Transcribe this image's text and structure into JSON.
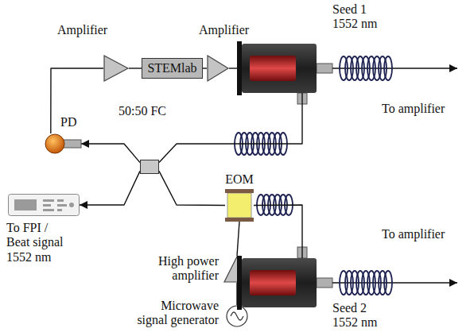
{
  "diagram": {
    "nodes": [
      {
        "text": [
          "Amplifier"
        ]
      },
      {
        "text": [
          "STEMlab"
        ]
      },
      {
        "text": [
          "Amplifier"
        ]
      },
      {
        "text": [
          "Seed 1 1552 nm"
        ]
      },
      {
        "text": [
          "PD"
        ]
      },
      {
        "text": [
          "50:50 FC"
        ]
      },
      {
        "text": [
          "EOM"
        ]
      },
      {
        "text": [
          "High power amplifier"
        ]
      },
      {
        "text": [
          "Microwave signal generator"
        ]
      },
      {
        "text": [
          "Seed 2 1552 nm"
        ]
      },
      {
        "text": [
          "To FPI / Beat signal 1552 nm"
        ]
      }
    ],
    "edges": [
      {
        "from": 4,
        "to": 0,
        "arrow": "none"
      },
      {
        "from": 0,
        "to": 1,
        "arrow": "none"
      },
      {
        "from": 1,
        "to": 2,
        "arrow": "none"
      },
      {
        "from": 2,
        "to": 3,
        "arrow": "none"
      },
      {
        "from": 3,
        "to": 5,
        "arrow": "none"
      },
      {
        "from": 5,
        "to": 4,
        "arrow": "to"
      },
      {
        "from": 9,
        "to": 6,
        "arrow": "none"
      },
      {
        "from": 6,
        "to": 5,
        "arrow": "none"
      },
      {
        "from": 5,
        "to": 10,
        "arrow": "to"
      },
      {
        "from": 8,
        "to": 7,
        "arrow": "none"
      },
      {
        "from": 7,
        "to": 6,
        "arrow": "none"
      }
    ],
    "labels": [
      "To amplifier",
      "To amplifier"
    ]
  }
}
